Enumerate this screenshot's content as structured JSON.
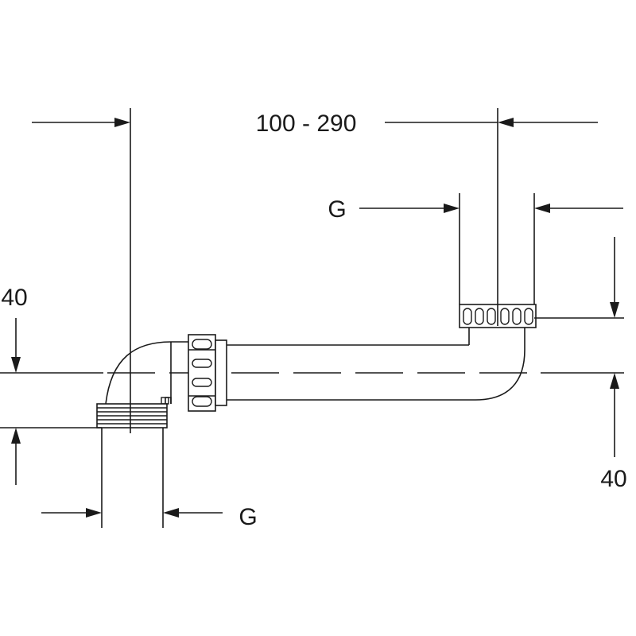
{
  "dimensions": {
    "overall_length_label": "100 - 290",
    "inlet_thread_label": "G",
    "outlet_thread_label": "G",
    "left_offset_label": "40",
    "right_offset_label": "40"
  },
  "colors": {
    "line": "#1a1a1a",
    "background": "#ffffff"
  }
}
